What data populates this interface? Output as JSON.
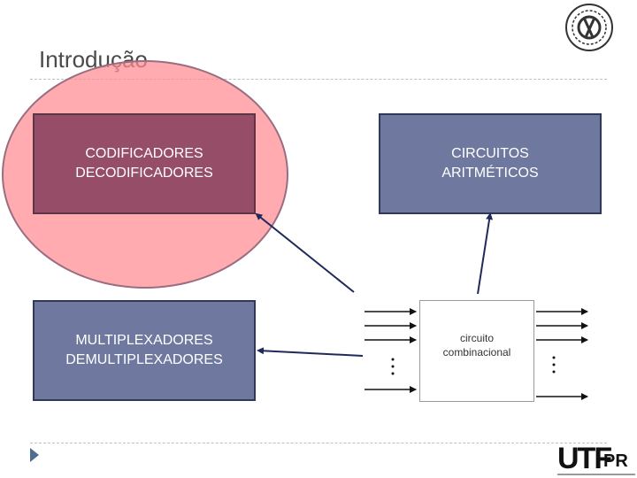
{
  "slide": {
    "title": "Introdução",
    "boxes": {
      "codec": "CODIFICADORES\nDECODIFICADORES",
      "arith": "CIRCUITOS\nARITMÉTICOS",
      "mux": "MULTIPLEXADORES\nDEMULTIPLEXADORES"
    },
    "circuit_label": "circuito\ncombinacional",
    "logo": {
      "mark": "UTF",
      "suffix": "PR"
    }
  },
  "colors": {
    "highlight_ellipse": "#ff8a91",
    "codec_box": "#964d67",
    "box_blue": "#6f799f",
    "arrow": "#1f2a5a"
  }
}
